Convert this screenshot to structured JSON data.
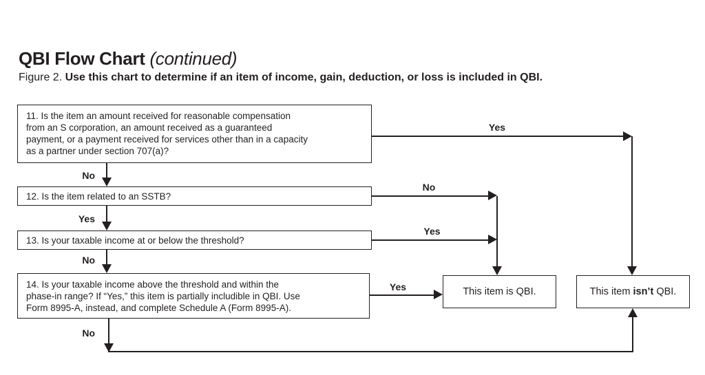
{
  "header": {
    "title": "QBI Flow Chart",
    "title_continued": "(continued)",
    "figure_label": "Figure 2. ",
    "figure_caption": "Use this chart to determine if an item of income, gain, deduction, or loss is included in QBI."
  },
  "flowchart": {
    "boxes": {
      "q11": "11. Is the item an amount received for reasonable compensation\nfrom an S corporation, an amount received as a guaranteed\npayment, or a payment received for services other than in a capacity\nas a partner under section 707(a)?",
      "q12": "12. Is the item related to an SSTB?",
      "q13": "13. Is your taxable income at or below the threshold?",
      "q14": "14. Is your taxable income above the threshold and within the\nphase-in range? If “Yes,” this item is partially includible in QBI. Use\nForm 8995-A, instead, and complete Schedule A (Form 8995-A).",
      "result_is_qbi": "This item is QBI.",
      "result_isnt_qbi": {
        "prefix": "This item ",
        "bold": "isn’t",
        "suffix": " QBI."
      }
    },
    "connectors": {
      "q11_yes": "Yes",
      "q11_no": "No",
      "q12_no": "No",
      "q12_yes": "Yes",
      "q13_yes": "Yes",
      "q13_no": "No",
      "q14_yes": "Yes",
      "q14_no": "No"
    },
    "colors": {
      "ink": "#231f20",
      "background": "#ffffff"
    }
  }
}
